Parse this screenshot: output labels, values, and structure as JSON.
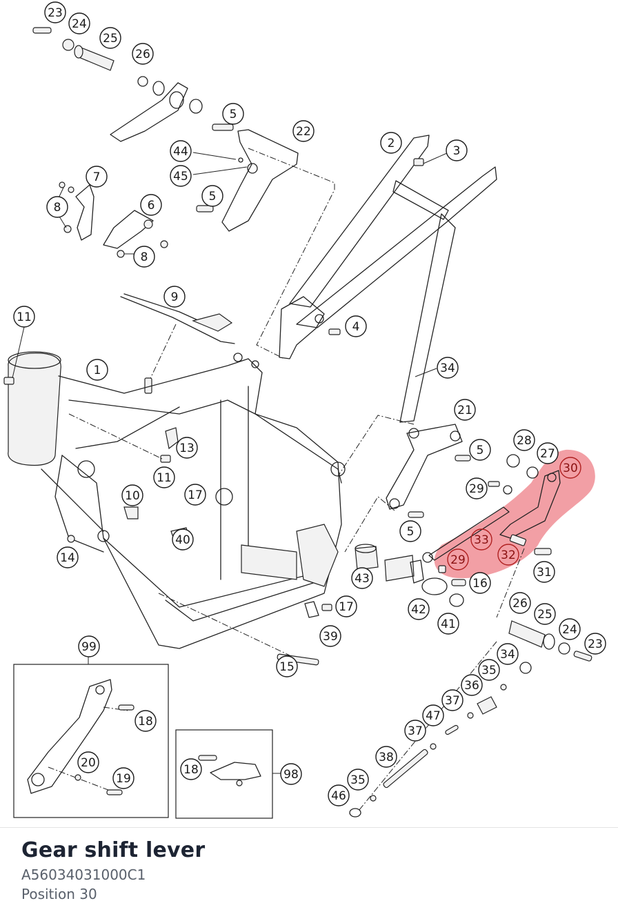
{
  "title": "Gear shift lever",
  "part_number": "A56034031000C1",
  "position_text": "Position 30",
  "highlight_color": "#e8505b",
  "callouts": [
    {
      "label": "23",
      "hl": false
    },
    {
      "label": "24",
      "hl": false
    },
    {
      "label": "25",
      "hl": false
    },
    {
      "label": "26",
      "hl": false
    },
    {
      "label": "5",
      "hl": false
    },
    {
      "label": "22",
      "hl": false
    },
    {
      "label": "44",
      "hl": false
    },
    {
      "label": "45",
      "hl": false
    },
    {
      "label": "5",
      "hl": false
    },
    {
      "label": "7",
      "hl": false
    },
    {
      "label": "8",
      "hl": false
    },
    {
      "label": "6",
      "hl": false
    },
    {
      "label": "8",
      "hl": false
    },
    {
      "label": "2",
      "hl": false
    },
    {
      "label": "3",
      "hl": false
    },
    {
      "label": "9",
      "hl": false
    },
    {
      "label": "4",
      "hl": false
    },
    {
      "label": "11",
      "hl": false
    },
    {
      "label": "1",
      "hl": false
    },
    {
      "label": "34",
      "hl": false
    },
    {
      "label": "21",
      "hl": false
    },
    {
      "label": "13",
      "hl": false
    },
    {
      "label": "11",
      "hl": false
    },
    {
      "label": "5",
      "hl": false
    },
    {
      "label": "28",
      "hl": false
    },
    {
      "label": "27",
      "hl": false
    },
    {
      "label": "30",
      "hl": true
    },
    {
      "label": "10",
      "hl": false
    },
    {
      "label": "17",
      "hl": false
    },
    {
      "label": "29",
      "hl": false
    },
    {
      "label": "40",
      "hl": false
    },
    {
      "label": "5",
      "hl": false
    },
    {
      "label": "33",
      "hl": true
    },
    {
      "label": "32",
      "hl": true
    },
    {
      "label": "29",
      "hl": true
    },
    {
      "label": "14",
      "hl": false
    },
    {
      "label": "43",
      "hl": false
    },
    {
      "label": "31",
      "hl": false
    },
    {
      "label": "16",
      "hl": false
    },
    {
      "label": "42",
      "hl": false
    },
    {
      "label": "17",
      "hl": false
    },
    {
      "label": "26",
      "hl": false
    },
    {
      "label": "25",
      "hl": false
    },
    {
      "label": "41",
      "hl": false
    },
    {
      "label": "39",
      "hl": false
    },
    {
      "label": "24",
      "hl": false
    },
    {
      "label": "23",
      "hl": false
    },
    {
      "label": "99",
      "hl": false
    },
    {
      "label": "15",
      "hl": false
    },
    {
      "label": "34",
      "hl": false
    },
    {
      "label": "35",
      "hl": false
    },
    {
      "label": "36",
      "hl": false
    },
    {
      "label": "18",
      "hl": false
    },
    {
      "label": "37",
      "hl": false
    },
    {
      "label": "47",
      "hl": false
    },
    {
      "label": "37",
      "hl": false
    },
    {
      "label": "20",
      "hl": false
    },
    {
      "label": "38",
      "hl": false
    },
    {
      "label": "19",
      "hl": false
    },
    {
      "label": "18",
      "hl": false
    },
    {
      "label": "98",
      "hl": false
    },
    {
      "label": "35",
      "hl": false
    },
    {
      "label": "46",
      "hl": false
    }
  ]
}
